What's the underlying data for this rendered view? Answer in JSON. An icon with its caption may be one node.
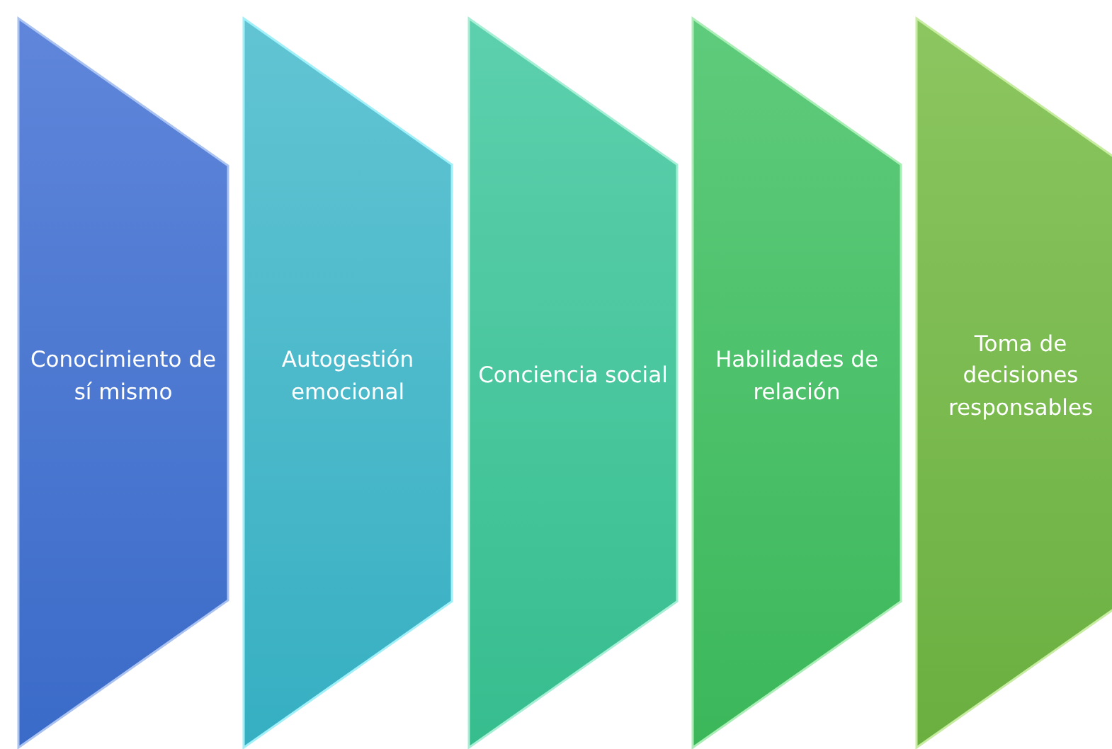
{
  "diagram": {
    "nodes": [
      {
        "text": [
          "Conocimiento de sí mismo"
        ]
      },
      {
        "text": [
          "Autogestión emocional"
        ]
      },
      {
        "text": [
          "Conciencia social"
        ]
      },
      {
        "text": [
          "Habilidades de relación"
        ]
      },
      {
        "text": [
          "Toma de decisiones responsables"
        ]
      }
    ]
  }
}
